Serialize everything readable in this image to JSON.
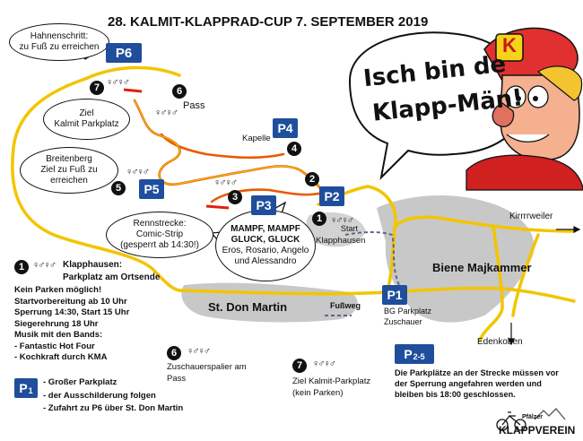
{
  "title": "28. KALMIT-KLAPPRAD-CUP  7. SEPTEMBER  2019",
  "speech": {
    "line1": "Isch bin de",
    "line2": "Klapp-Män!"
  },
  "mascot": {
    "cap_letter": "K"
  },
  "bubbles": {
    "hahnenschritt": [
      "Hahnenschritt:",
      "zu Fuß zu erreichen"
    ],
    "ziel": [
      "Ziel",
      "Kalmit Parkplatz"
    ],
    "breitenberg": [
      "Breitenberg",
      "Ziel zu Fuß zu",
      "erreichen"
    ],
    "rennstrecke": [
      "Rennstrecke:",
      "Comic-Strip",
      "(gesperrt ab 14:30!)"
    ],
    "mampf": [
      "MAMPF, MAMPF",
      "GLUCK, GLUCK",
      "Eros, Rosario, Angelo",
      "und Alessandro"
    ]
  },
  "parking": {
    "p6": "P6",
    "p4": "P4",
    "p5": "P5",
    "p3": "P3",
    "p2": "P2",
    "p1": "P1",
    "main": "P",
    "main_sub": "1"
  },
  "numbers": [
    "1",
    "2",
    "3",
    "4",
    "5",
    "6",
    "7"
  ],
  "places": {
    "pass": "Pass",
    "kapelle": "Kapelle",
    "start": [
      "Start",
      "Klapphausen"
    ],
    "kirrweiler": "Kirrrrweiler",
    "maikammer": "Biene Majkammer",
    "st_martin": "St. Don Martin",
    "fussweg": "Fußweg",
    "edenkoben": "Edenkoben",
    "bg_parking": [
      "BG Parkplatz",
      "Zuschauer"
    ]
  },
  "legend_start": {
    "num": "1",
    "heading": "Klapphausen:",
    "subheading": "Parkplatz am Ortsende",
    "lines": [
      "Kein Parken möglich!",
      "Startvorbereitung ab 10 Uhr",
      "Sperrung 14:30, Start 15 Uhr",
      "Siegerehrung 18 Uhr",
      "Musik mit den Bands:",
      "- Fantastic Hot Four",
      "- Kochkraft durch KMA"
    ]
  },
  "legend_p1": {
    "label": "P",
    "sub": "1",
    "lines": [
      "- Großer Parkplatz",
      "- der  Ausschilderung folgen",
      "- Zufahrt zu P6 über St. Don Martin"
    ]
  },
  "legend_6": {
    "num": "6",
    "lines": [
      "Zuschauerspalier am",
      "Pass"
    ]
  },
  "legend_7": {
    "num": "7",
    "lines": [
      "Ziel Kalmit-Parkplatz",
      "(kein Parken)"
    ]
  },
  "legend_p25": {
    "label": "P",
    "sub": "2-5",
    "lines": [
      "Die Parkplätze an der Strecke müssen vor",
      "der Sperrung angefahren werden und",
      "bleiben bis 18:00 geschlossen."
    ]
  },
  "logo": {
    "small": "Pfälzer",
    "big": "KLAPPVEREIN"
  },
  "colors": {
    "parking": "#1f4e9c",
    "road": "#f2c500",
    "race": "#f08a00",
    "town": "#c8c8c8"
  }
}
